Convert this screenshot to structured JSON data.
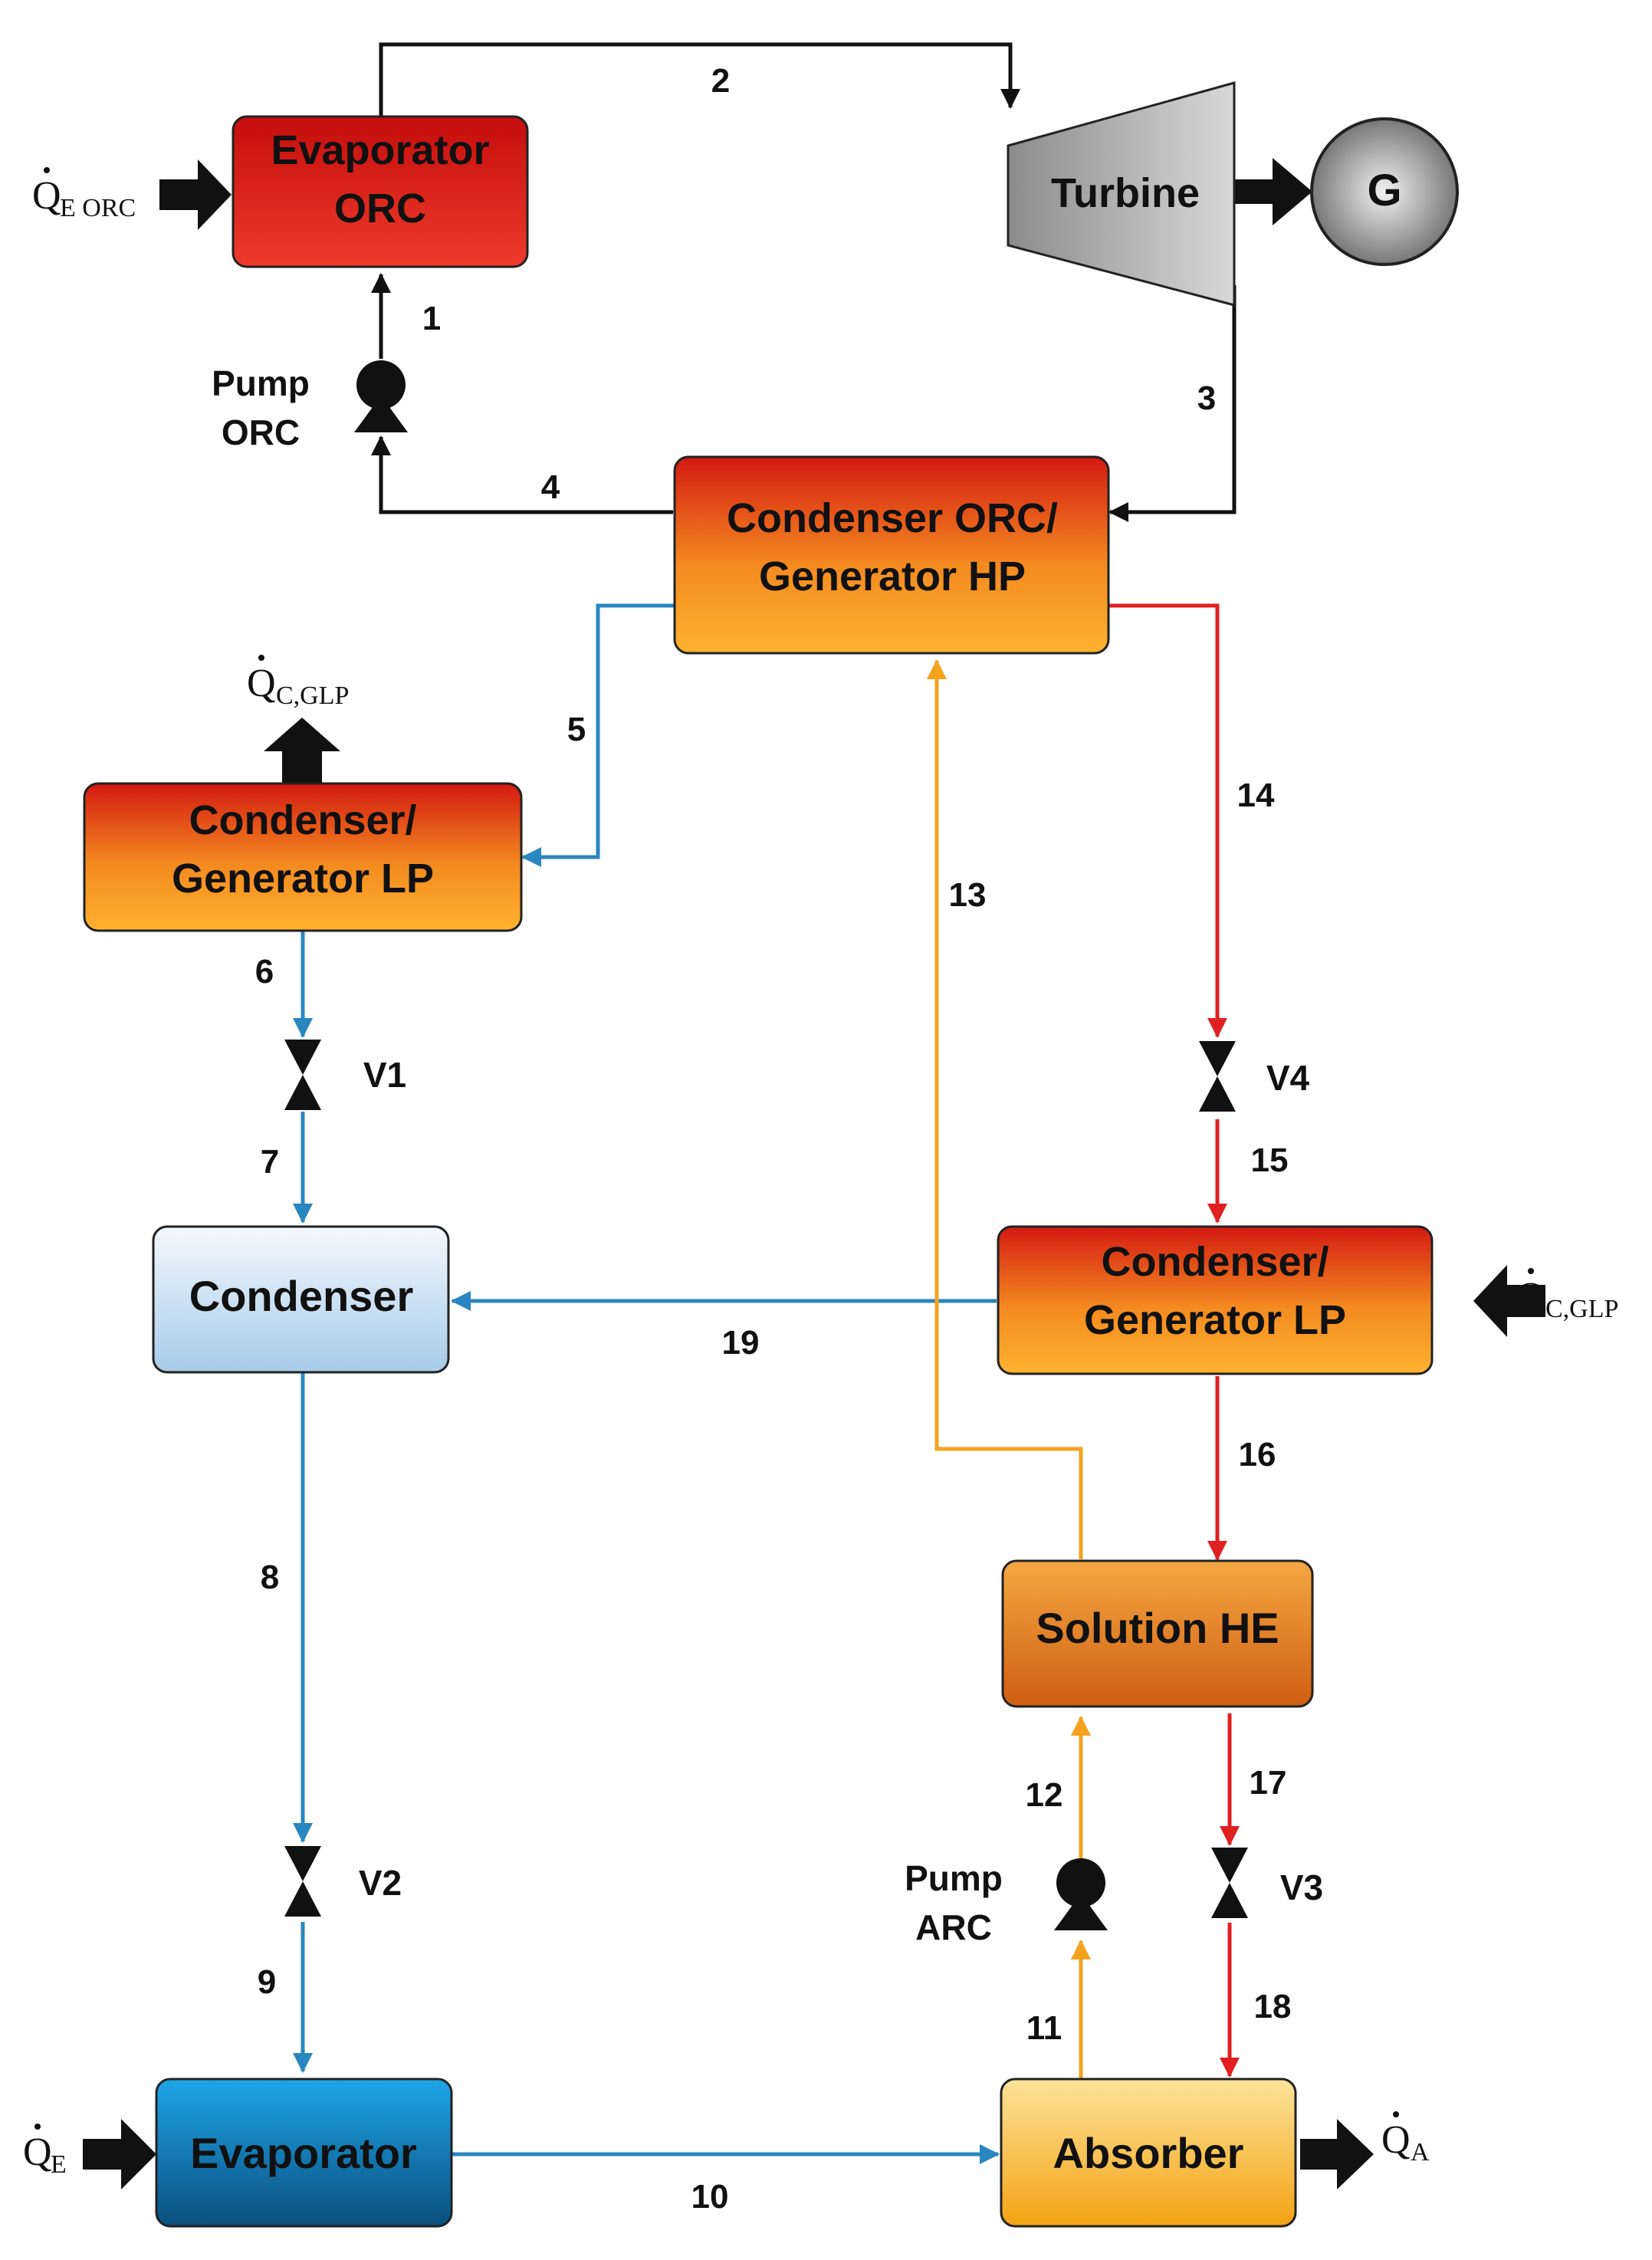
{
  "components": {
    "evaporator_orc": [
      "Evaporator",
      "ORC"
    ],
    "turbine": "Turbine",
    "generator": "G",
    "condenser_orc_gen_hp": [
      "Condenser ORC/",
      "Generator HP"
    ],
    "cond_gen_lp_left": [
      "Condenser/",
      "Generator LP"
    ],
    "cond_gen_lp_right": [
      "Condenser/",
      "Generator LP"
    ],
    "condenser": "Condenser",
    "solution_he": "Solution HE",
    "evaporator": "Evaporator",
    "absorber": "Absorber"
  },
  "devices": {
    "pump_orc": [
      "Pump",
      "ORC"
    ],
    "pump_arc": [
      "Pump",
      "ARC"
    ],
    "v1": "V1",
    "v2": "V2",
    "v3": "V3",
    "v4": "V4"
  },
  "heat_flows": {
    "q_e_orc": {
      "main": "Q",
      "sub": "E ORC"
    },
    "q_c_glp_top": {
      "main": "Q",
      "sub": "C,GLP"
    },
    "q_c_glp_right": {
      "main": "Q",
      "sub": "C,GLP"
    },
    "q_e": {
      "main": "Q",
      "sub": "E"
    },
    "q_a": {
      "main": "Q",
      "sub": "A"
    }
  },
  "streams": {
    "s1": "1",
    "s2": "2",
    "s3": "3",
    "s4": "4",
    "s5": "5",
    "s6": "6",
    "s7": "7",
    "s8": "8",
    "s9": "9",
    "s10": "10",
    "s11": "11",
    "s12": "12",
    "s13": "13",
    "s14": "14",
    "s15": "15",
    "s16": "16",
    "s17": "17",
    "s18": "18",
    "s19": "19"
  },
  "colors": {
    "black_line": "#111111",
    "blue_line": "#2a86c0",
    "red_line": "#e02020",
    "orange_line": "#f5a21e"
  }
}
